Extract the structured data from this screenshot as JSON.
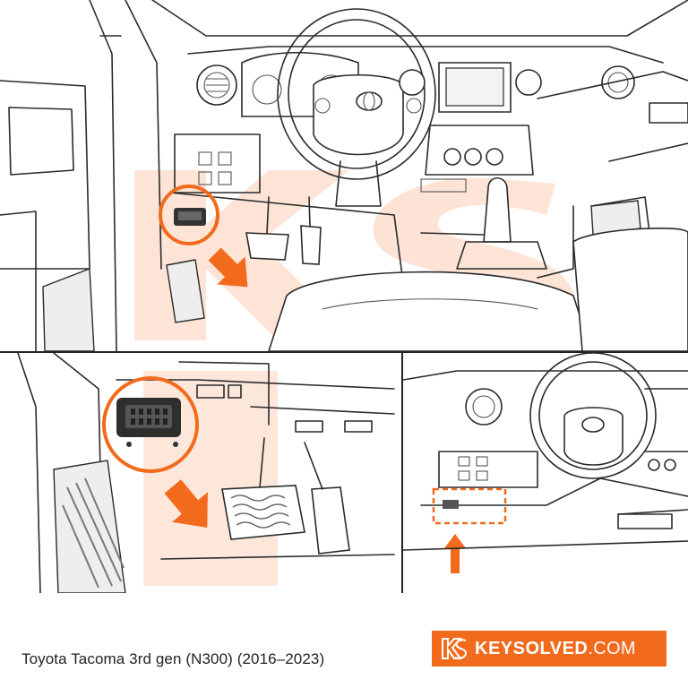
{
  "caption": "Toyota Tacoma 3rd gen (N300) (2016–2023)",
  "brand": {
    "name": "KEYSOLVED",
    "tld": ".COM",
    "logo_icon": "ks-logo-icon",
    "color": "#f26b1d"
  },
  "highlight_color": "#f26b1d",
  "watermark_icon": "ks-watermark-icon",
  "panels": [
    {
      "id": "main",
      "icon": "dashboard-overview-illustration"
    },
    {
      "id": "left",
      "icon": "obd-port-closeup-illustration"
    },
    {
      "id": "right",
      "icon": "dashboard-location-illustration"
    }
  ]
}
